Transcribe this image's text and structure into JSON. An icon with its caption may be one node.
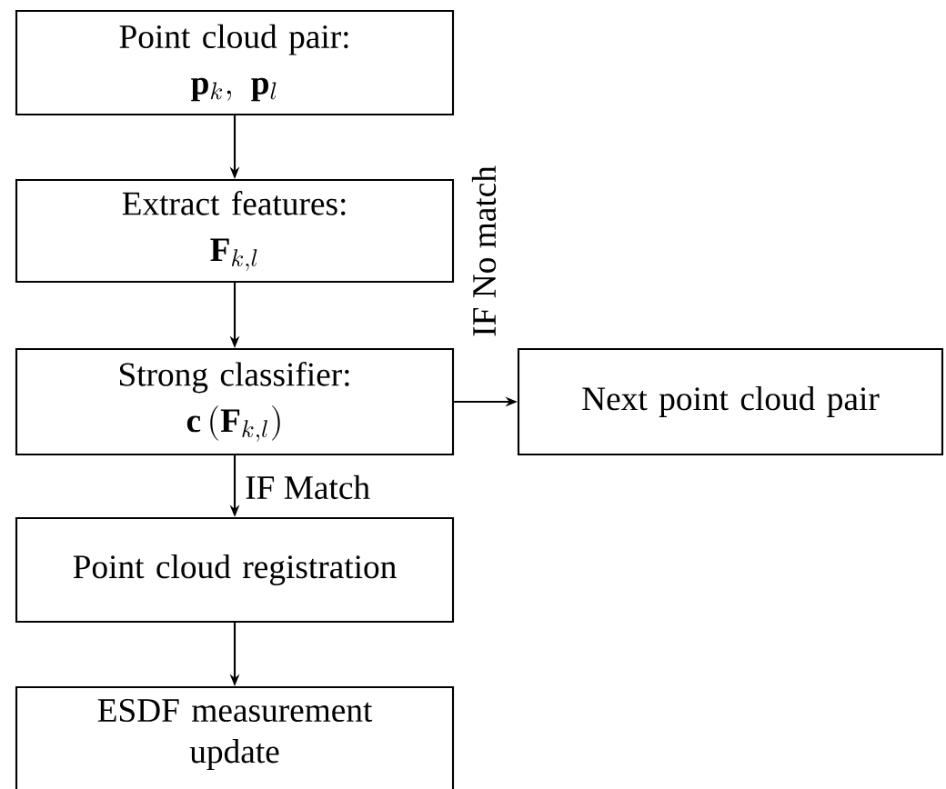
{
  "diagram": {
    "nodes": [
      {
        "text": [
          "Point cloud pair:",
          "\\mathbf{p}_k,\\ \\mathbf{p}_l"
        ]
      },
      {
        "text": [
          "Extract features:",
          "\\mathbf{F}_{k,l}"
        ]
      },
      {
        "text": [
          "Strong classifier:",
          "\\mathbf{c}\\left(\\mathbf{F}_{k,l}\\right)"
        ]
      },
      {
        "text": [
          "Next point cloud pair"
        ]
      },
      {
        "text": [
          "Point cloud registration"
        ]
      },
      {
        "text": [
          "ESDF measurement update"
        ]
      }
    ],
    "edges": [
      {
        "from": 0,
        "to": 1,
        "arrow": "to"
      },
      {
        "from": 1,
        "to": 2,
        "arrow": "to"
      },
      {
        "from": 2,
        "to": 3,
        "arrow": "to",
        "label": "IF No match"
      },
      {
        "from": 2,
        "to": 4,
        "arrow": "to",
        "label": "IF Match"
      },
      {
        "from": 4,
        "to": 5,
        "arrow": "to"
      }
    ]
  }
}
